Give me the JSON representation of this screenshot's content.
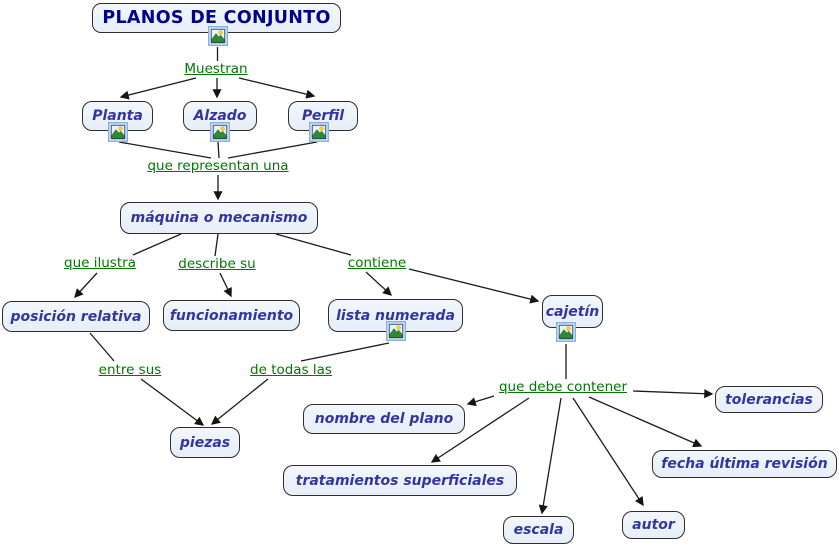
{
  "diagram": {
    "type": "concept-map",
    "language": "es",
    "colors": {
      "background": "#ffffff",
      "node_fill": "#e9f1f9",
      "node_border": "#2e2e2e",
      "node_text": "#3434a2",
      "title_text": "#00008c",
      "link_text": "#007800",
      "line": "#1c1c1c",
      "icon_frame": "#88b3dd"
    },
    "icon_name": "image-resource-icon",
    "nodes": {
      "title": {
        "label": "PLANOS DE CONJUNTO",
        "has_icon": true
      },
      "planta": {
        "label": "Planta",
        "has_icon": true
      },
      "alzado": {
        "label": "Alzado",
        "has_icon": true
      },
      "perfil": {
        "label": "Perfil",
        "has_icon": true
      },
      "maquina": {
        "label": "máquina o mecanismo",
        "has_icon": false
      },
      "posicion": {
        "label": "posición relativa",
        "has_icon": false
      },
      "funcionamiento": {
        "label": "funcionamiento",
        "has_icon": false
      },
      "lista": {
        "label": "lista numerada",
        "has_icon": true
      },
      "cajetin": {
        "label": "cajetín",
        "has_icon": true
      },
      "piezas": {
        "label": "piezas",
        "has_icon": false
      },
      "nombre": {
        "label": "nombre del plano",
        "has_icon": false
      },
      "tolerancias": {
        "label": "tolerancias",
        "has_icon": false
      },
      "fecha": {
        "label": "fecha última revisión",
        "has_icon": false
      },
      "tratamientos": {
        "label": "tratamientos superficiales",
        "has_icon": false
      },
      "escala": {
        "label": "escala",
        "has_icon": false
      },
      "autor": {
        "label": "autor",
        "has_icon": false
      }
    },
    "link_labels": {
      "muestran": {
        "label": "Muestran"
      },
      "representan": {
        "label": "que representan una"
      },
      "ilustra": {
        "label": "que ilustra"
      },
      "describe": {
        "label": "describe su"
      },
      "contiene": {
        "label": "contiene"
      },
      "entresus": {
        "label": "entre sus"
      },
      "detodas": {
        "label": "de todas las"
      },
      "quedebe": {
        "label": "que debe contener"
      }
    },
    "connections": [
      {
        "from": [
          "PLANOS DE CONJUNTO"
        ],
        "phrase": "Muestran",
        "to": [
          "Planta",
          "Alzado",
          "Perfil"
        ]
      },
      {
        "from": [
          "Planta",
          "Alzado",
          "Perfil"
        ],
        "phrase": "que representan una",
        "to": [
          "máquina o mecanismo"
        ]
      },
      {
        "from": [
          "máquina o mecanismo"
        ],
        "phrase": "que ilustra",
        "to": [
          "posición relativa"
        ]
      },
      {
        "from": [
          "máquina o mecanismo"
        ],
        "phrase": "describe su",
        "to": [
          "funcionamiento"
        ]
      },
      {
        "from": [
          "máquina o mecanismo"
        ],
        "phrase": "contiene",
        "to": [
          "lista numerada",
          "cajetín"
        ]
      },
      {
        "from": [
          "posición relativa"
        ],
        "phrase": "entre sus",
        "to": [
          "piezas"
        ]
      },
      {
        "from": [
          "lista numerada"
        ],
        "phrase": "de todas las",
        "to": [
          "piezas"
        ]
      },
      {
        "from": [
          "cajetín"
        ],
        "phrase": "que debe contener",
        "to": [
          "nombre del plano",
          "tolerancias",
          "fecha última revisión",
          "tratamientos superficiales",
          "escala",
          "autor"
        ]
      }
    ]
  }
}
